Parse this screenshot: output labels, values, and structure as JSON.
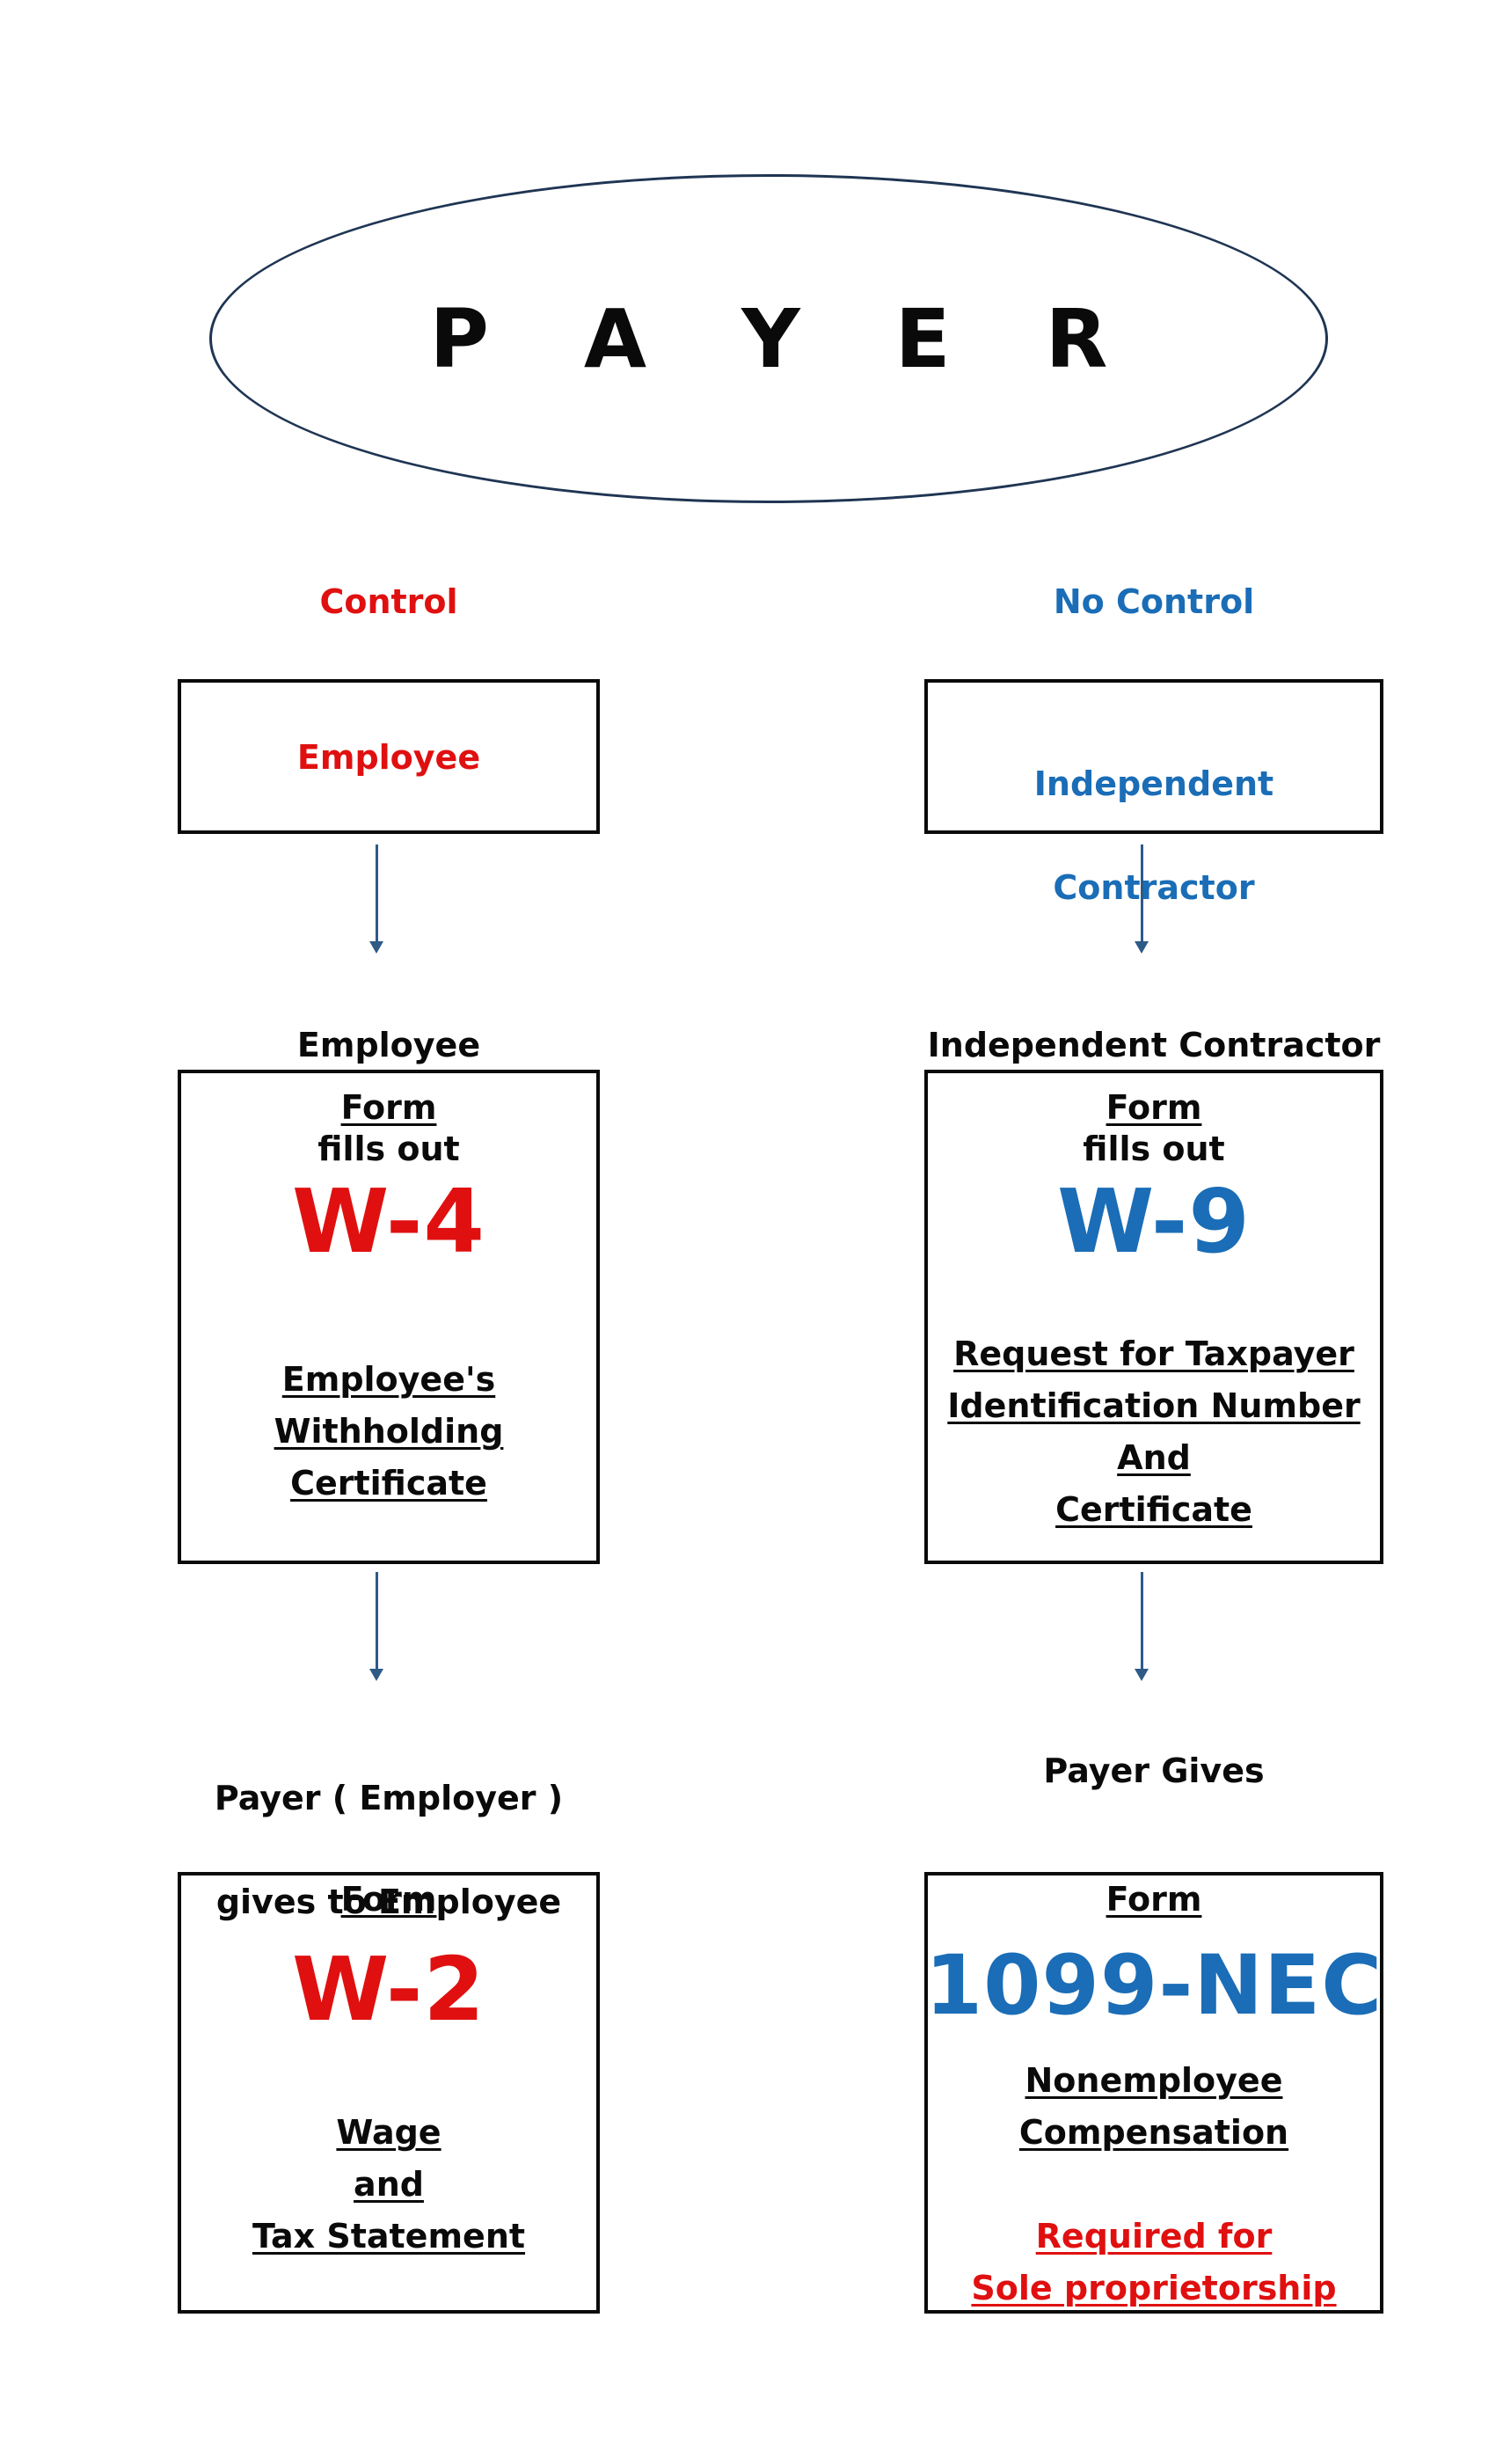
{
  "title": "P A Y E R",
  "left": {
    "heading": "Control",
    "role": "Employee",
    "fills_out": [
      "Employee",
      "fills out"
    ],
    "form1": {
      "label": "Form",
      "code": "W-4",
      "desc": [
        "Employee's",
        "Withholding",
        "Certificate"
      ]
    },
    "gives": [
      "Payer ( Employer )",
      "gives to Employee"
    ],
    "form2": {
      "label": "Form",
      "code": "W-2",
      "desc": [
        "Wage",
        "and",
        "Tax Statement"
      ]
    }
  },
  "right": {
    "heading": "No Control",
    "role": [
      "Independent",
      "Contractor"
    ],
    "fills_out": [
      "Independent Contractor",
      "fills out"
    ],
    "form1": {
      "label": "Form",
      "code": "W-9",
      "desc": [
        "Request for Taxpayer",
        "Identification Number",
        "And",
        "Certificate"
      ]
    },
    "gives": [
      "Payer Gives"
    ],
    "form2": {
      "label": "Form",
      "code": "1099-NEC",
      "desc": [
        "Nonemployee",
        "Compensation"
      ],
      "note": [
        "Required for",
        "Sole proprietorship"
      ]
    }
  },
  "colors": {
    "control": "#e01010",
    "no_control": "#1a6db6",
    "arrow": "#2e5a86",
    "ellipse": "#1f3553"
  }
}
